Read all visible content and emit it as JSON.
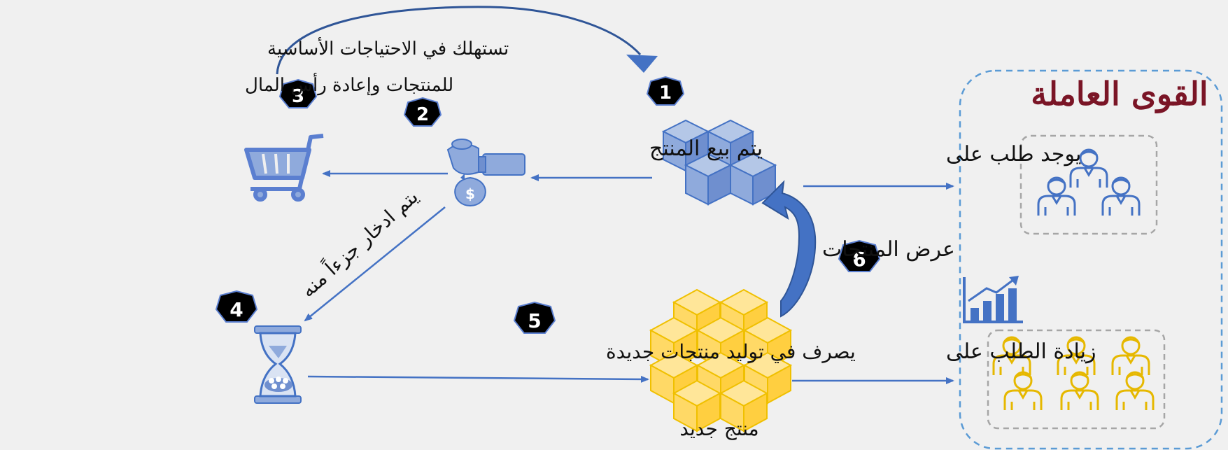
{
  "colors": {
    "background": "#f0f0f0",
    "blue": "#4472c4",
    "blue_fill": "#8faadc",
    "dark_blue": "#2f5597",
    "yellow": "#ffd966",
    "yellow_stroke": "#e6b800",
    "title": "#7a1526",
    "dashed_border": "#5b9bd5",
    "grey_dash": "#a6a6a6"
  },
  "title": "القوى العاملة",
  "labels": {
    "consume": "تستهلك في الاحتياجات الأساسية",
    "consume2": "للمنتجات وإعادة رأس المال",
    "product_sold": "يتم بيع المنتج",
    "demand_on": "يوجد طلب على",
    "saved_part": "يتم ادخار جزءاً منه",
    "display_products": "عرض المنتجات",
    "spent_new": "يصرف في توليد منتجات جديدة",
    "increase_demand": "زيادة الطلب على",
    "new_product": "منتج جديد"
  },
  "badges": [
    "1",
    "2",
    "3",
    "4",
    "5",
    "6"
  ],
  "icons": [
    "shopping-cart-icon",
    "money-bag-hand-icon",
    "hourglass-coins-icon",
    "bar-chart-growth-icon",
    "workers-group-icon"
  ]
}
